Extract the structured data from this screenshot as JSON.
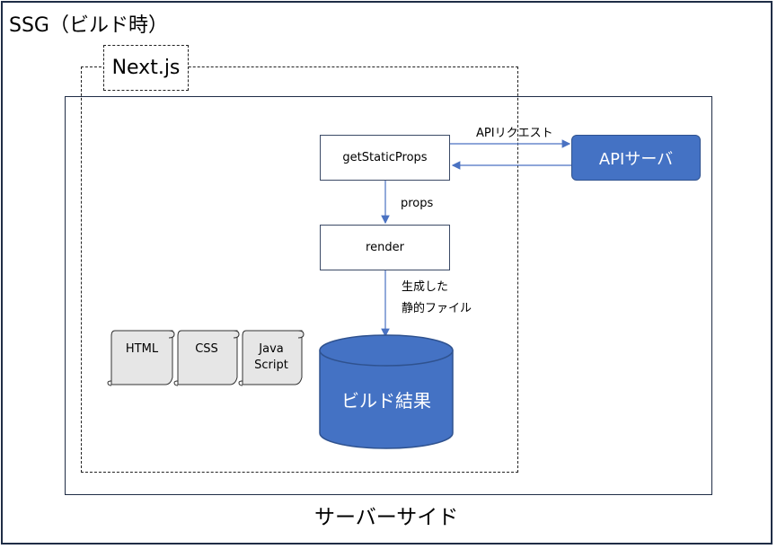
{
  "title": "SSG（ビルド時）",
  "nextjs_label": "Next.js",
  "server_side_label": "サーバーサイド",
  "nodes": {
    "get_static_props": "getStaticProps",
    "render": "render",
    "api_server": "APIサーバ",
    "build_result": "ビルド結果"
  },
  "edges": {
    "api_request": "APIリクエスト",
    "props": "props",
    "generated_line1": "生成した",
    "generated_line2": "静的ファイル"
  },
  "files": [
    {
      "label_line1": "HTML",
      "label_line2": ""
    },
    {
      "label_line1": "CSS",
      "label_line2": ""
    },
    {
      "label_line1": "Java",
      "label_line2": "Script"
    }
  ],
  "colors": {
    "accent": "#4472c4",
    "border": "#1f2d46",
    "arrow": "#4a72c2",
    "doc_fill": "#e6e6e6"
  }
}
